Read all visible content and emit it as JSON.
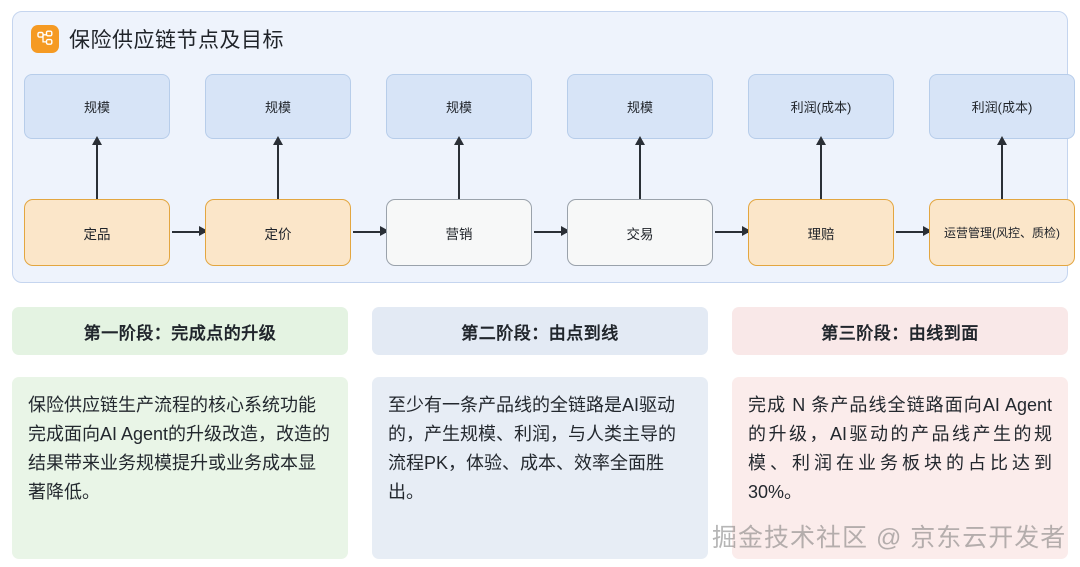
{
  "top_fragments": {
    "left": "▪▪▪▪▪▪▪▪▪▪▪▪▪",
    "right": "▪▪▪▪▪▪▪▪"
  },
  "diagram": {
    "icon": "flowchart-node-icon",
    "title": "保险供应链节点及目标",
    "accent_color": "#f59a23",
    "panel_bg": "#eef3fc",
    "panel_border": "#c5d5ef",
    "goal_box_bg": "#d7e4f7",
    "goal_box_border": "#b7cdea",
    "stage_orange_bg": "#fbe6c9",
    "stage_orange_border": "#e3a640",
    "stage_plain_bg": "#f7f8f8",
    "stage_plain_border": "#9aa2ab",
    "arrow_color": "#2a2f36",
    "columns": [
      {
        "goal": "规模",
        "stage": "定品",
        "style": "orange",
        "has_next_arrow": true
      },
      {
        "goal": "规模",
        "stage": "定价",
        "style": "orange",
        "has_next_arrow": true
      },
      {
        "goal": "规模",
        "stage": "营销",
        "style": "plain",
        "has_next_arrow": true
      },
      {
        "goal": "规模",
        "stage": "交易",
        "style": "plain",
        "has_next_arrow": true
      },
      {
        "goal": "利润(成本)",
        "stage": "理赔",
        "style": "orange",
        "has_next_arrow": true
      },
      {
        "goal": "利润(成本)",
        "stage": "运营管理(风控、质检)",
        "style": "orange",
        "has_next_arrow": false
      }
    ]
  },
  "phases": [
    {
      "title": "第一阶段：完成点的升级",
      "body": "保险供应链生产流程的核心系统功能完成面向AI Agent的升级改造，改造的结果带来业务规模提升或业务成本显著降低。",
      "head_color": "#e4f3e2",
      "body_color": "#e9f5e7"
    },
    {
      "title": "第二阶段：由点到线",
      "body": "至少有一条产品线的全链路是AI驱动的，产生规模、利润，与人类主导的流程PK，体验、成本、效率全面胜出。",
      "head_color": "#e3eaf4",
      "body_color": "#e7edf5"
    },
    {
      "title": "第三阶段：由线到面",
      "body": "完成 N 条产品线全链路面向AI Agent的升级，AI驱动的产品线产生的规模、利润在业务板块的占比达到30%。",
      "head_color": "#f9e8e8",
      "body_color": "#fbeceb"
    }
  ],
  "watermark": "掘金技术社区 @ 京东云开发者"
}
